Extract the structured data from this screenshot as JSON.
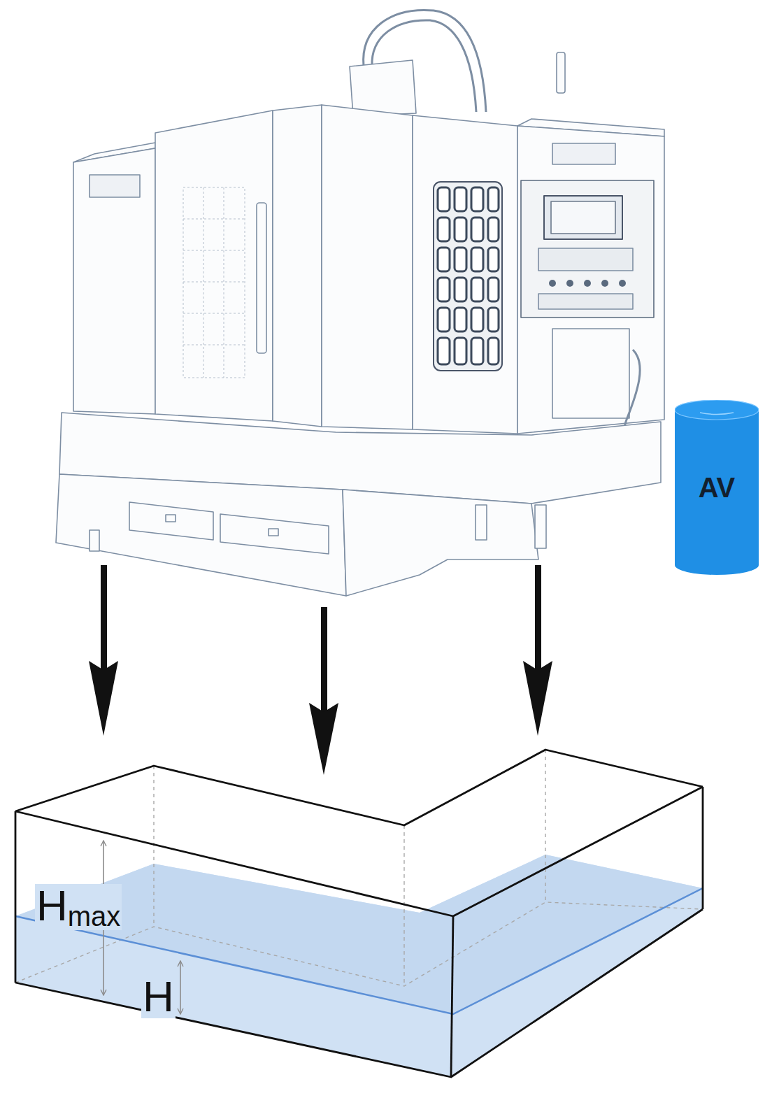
{
  "diagram": {
    "nodes": [
      {
        "text": [
          "AV"
        ]
      }
    ],
    "labels": [
      "Hmax",
      "H"
    ]
  }
}
